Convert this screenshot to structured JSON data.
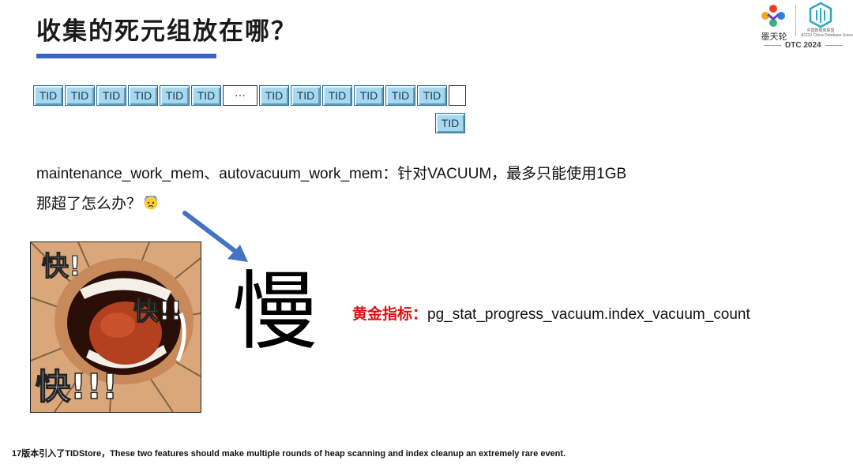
{
  "slide": {
    "title": "收集的死元组放在哪？",
    "accent_color": "#3a64c4"
  },
  "logos": {
    "logo_a_text": "墨天轮",
    "logo_b_text_1": "中国数据库联盟",
    "logo_b_text_2": "ACDU China Database Union",
    "event": "DTC 2024"
  },
  "tid_array": {
    "cell_label": "TID",
    "ellipsis": "···",
    "left_cells": [
      "TID",
      "TID",
      "TID",
      "TID",
      "TID",
      "TID"
    ],
    "right_cells": [
      "TID",
      "TID",
      "TID",
      "TID",
      "TID",
      "TID"
    ],
    "overflow_cell": "TID",
    "cell_color": "#a7d8f0"
  },
  "body": {
    "line1": "maintenance_work_mem、autovacuum_work_mem：针对VACUUM，最多只能使用1GB",
    "line2": "那超了怎么办？"
  },
  "meme": {
    "text_1": "快!",
    "text_2": "快!!",
    "text_3": "快!!!"
  },
  "slow_char": "慢",
  "metric": {
    "label": "黄金指标：",
    "value": "pg_stat_progress_vacuum.index_vacuum_count",
    "label_color": "#e01010"
  },
  "footer": "17版本引入了TIDStore，These two features should make multiple rounds of heap scanning and index cleanup an extremely rare event."
}
